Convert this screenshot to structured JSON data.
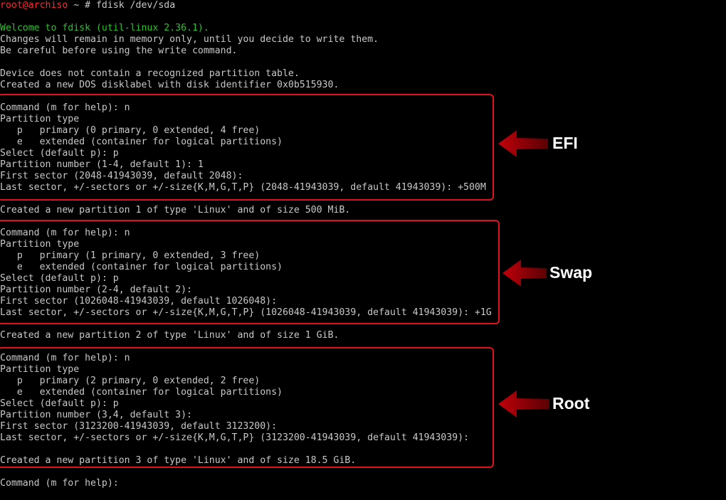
{
  "terminal": {
    "prompt": {
      "user_host": "root@archiso",
      "rest": " ~ # fdisk /dev/sda"
    },
    "welcome": "Welcome to fdisk (util-linux 2.36.1).",
    "intro_2": "Changes will remain in memory only, until you decide to write them.",
    "intro_3": "Be careful before using the write command.",
    "no_table": "Device does not contain a recognized partition table.",
    "new_label": "Created a new DOS disklabel with disk identifier 0x0b515930.",
    "partitions": [
      {
        "command": "Command (m for help): n",
        "type_header": "Partition type",
        "opt_p": "   p   primary (0 primary, 0 extended, 4 free)",
        "opt_e": "   e   extended (container for logical partitions)",
        "select": "Select (default p): p",
        "number": "Partition number (1-4, default 1): 1",
        "first": "First sector (2048-41943039, default 2048):",
        "last": "Last sector, +/-sectors or +/-size{K,M,G,T,P} (2048-41943039, default 41943039): +500M",
        "created": "Created a new partition 1 of type 'Linux' and of size 500 MiB."
      },
      {
        "command": "Command (m for help): n",
        "type_header": "Partition type",
        "opt_p": "   p   primary (1 primary, 0 extended, 3 free)",
        "opt_e": "   e   extended (container for logical partitions)",
        "select": "Select (default p): p",
        "number": "Partition number (2-4, default 2):",
        "first": "First sector (1026048-41943039, default 1026048):",
        "last": "Last sector, +/-sectors or +/-size{K,M,G,T,P} (1026048-41943039, default 41943039): +1G",
        "created": "Created a new partition 2 of type 'Linux' and of size 1 GiB."
      },
      {
        "command": "Command (m for help): n",
        "type_header": "Partition type",
        "opt_p": "   p   primary (2 primary, 0 extended, 2 free)",
        "opt_e": "   e   extended (container for logical partitions)",
        "select": "Select (default p): p",
        "number": "Partition number (3,4, default 3):",
        "first": "First sector (3123200-41943039, default 3123200):",
        "last": "Last sector, +/-sectors or +/-size{K,M,G,T,P} (3123200-41943039, default 41943039):",
        "created": "Created a new partition 3 of type 'Linux' and of size 18.5 GiB."
      }
    ],
    "final_prompt": "Command (m for help):"
  },
  "callouts": [
    {
      "label": "EFI"
    },
    {
      "label": "Swap"
    },
    {
      "label": "Root"
    }
  ],
  "colors": {
    "background": "#000000",
    "text": "#c8c8c8",
    "prompt_user": "#ff2a2a",
    "welcome": "#2cc12c",
    "highlight_box": "#e0121b",
    "arrow": "#c0000a"
  },
  "icons": [
    "arrow-left-icon"
  ]
}
